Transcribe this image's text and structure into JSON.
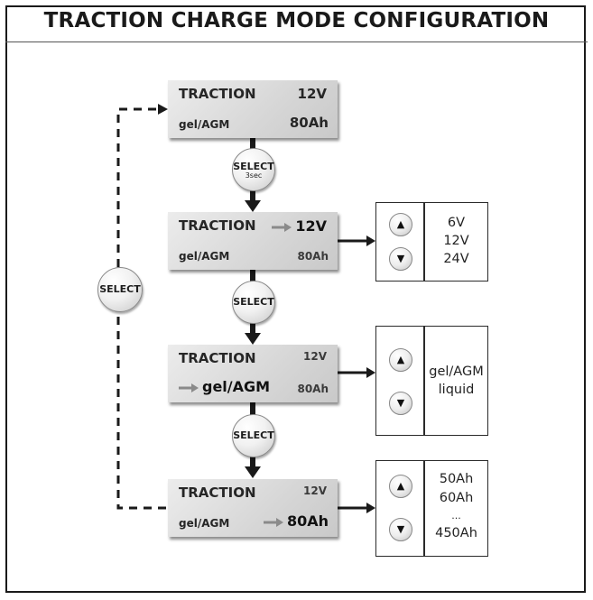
{
  "title": "TRACTION CHARGE MODE CONFIGURATION",
  "panels": [
    {
      "mode": "TRACTION",
      "voltage": "12V",
      "battery": "gel/AGM",
      "capacity": "80Ah",
      "selected": null
    },
    {
      "mode": "TRACTION",
      "voltage": "12V",
      "battery": "gel/AGM",
      "capacity": "80Ah",
      "selected": "voltage"
    },
    {
      "mode": "TRACTION",
      "voltage": "12V",
      "battery": "gel/AGM",
      "capacity": "80Ah",
      "selected": "battery"
    },
    {
      "mode": "TRACTION",
      "voltage": "12V",
      "battery": "gel/AGM",
      "capacity": "80Ah",
      "selected": "capacity"
    }
  ],
  "buttons": {
    "select_3sec": {
      "label": "SELECT",
      "sub": "3sec"
    },
    "select": "SELECT"
  },
  "options": {
    "voltage": [
      "6V",
      "12V",
      "24V"
    ],
    "battery": [
      "gel/AGM",
      "liquid"
    ],
    "capacity": [
      "50Ah",
      "60Ah",
      "...",
      "450Ah"
    ]
  },
  "icons": {
    "up": "up-arrow-icon",
    "down": "down-arrow-icon"
  }
}
